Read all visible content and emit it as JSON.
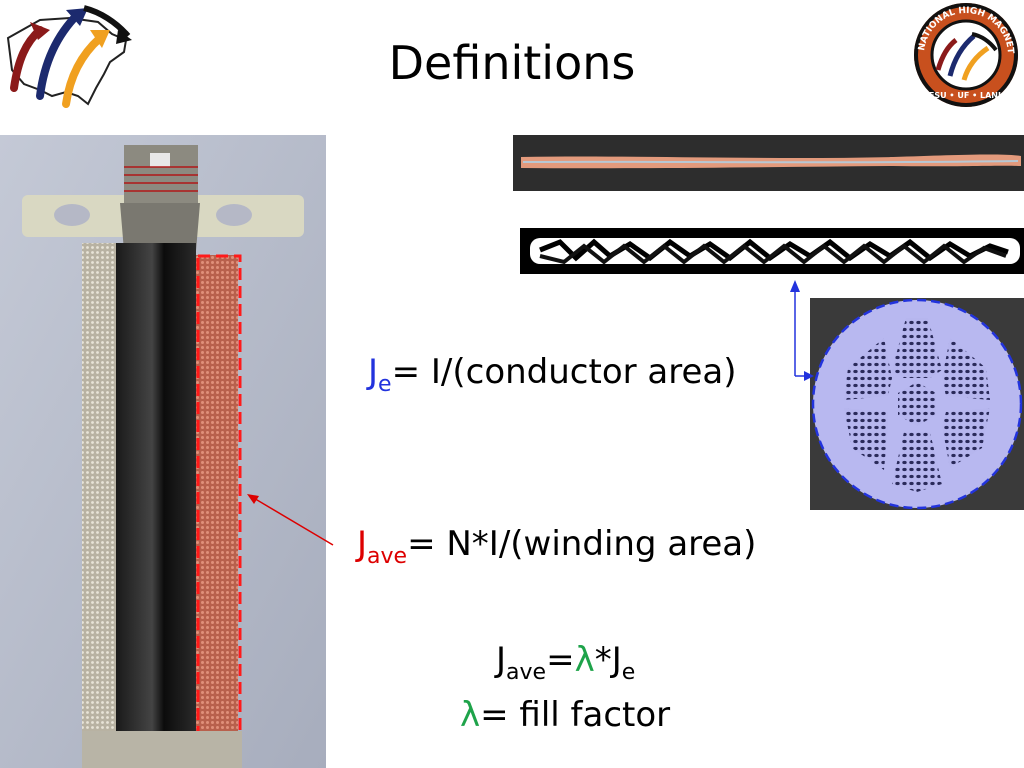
{
  "title": "Definitions",
  "eq_je": {
    "symbol": "J",
    "sub": "e",
    "rhs": "= I/(conductor area)"
  },
  "eq_jave": {
    "symbol": "J",
    "sub": "ave",
    "rhs": "= N*I/(winding area)"
  },
  "eq_rel": {
    "j1": "J",
    "sub1": "ave",
    "eq": "=",
    "lambda": "λ",
    "mid": "*J",
    "sub2": "e"
  },
  "eq_fill": {
    "lambda": "λ",
    "rhs": "= fill factor"
  },
  "logo_right": {
    "ring_text": "NATIONAL HIGH MAGNETIC FIELD LABORATORY",
    "bottom_text": "FSU • UF • LANL"
  },
  "colors": {
    "blue": "#2233dd",
    "red": "#dd0000",
    "green": "#1ea34a",
    "maroon": "#8b1a1a",
    "navy": "#1c2a6e",
    "orange": "#f0a020"
  }
}
